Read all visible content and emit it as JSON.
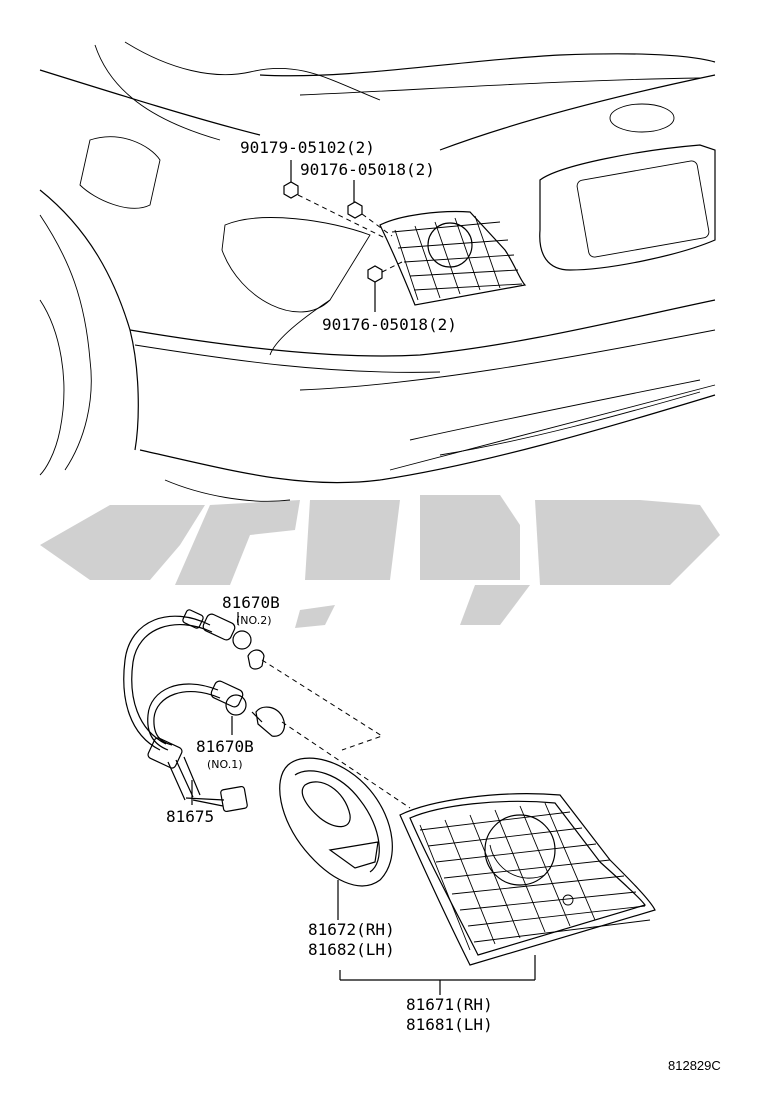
{
  "callouts": {
    "nut_top": "90179-05102(2)",
    "nut_mid": "90176-05018(2)",
    "nut_bottom": "90176-05018(2)",
    "bulb_no2_part": "81670B",
    "bulb_no2_note": "(NO.2)",
    "bulb_no1_part": "81670B",
    "bulb_no1_note": "(NO.1)",
    "socket_harness": "81675",
    "gasket_rh": "81672(RH)",
    "gasket_lh": "81682(LH)",
    "lamp_rh": "81671(RH)",
    "lamp_lh": "81681(LH)"
  },
  "figure_ref": "812829C"
}
